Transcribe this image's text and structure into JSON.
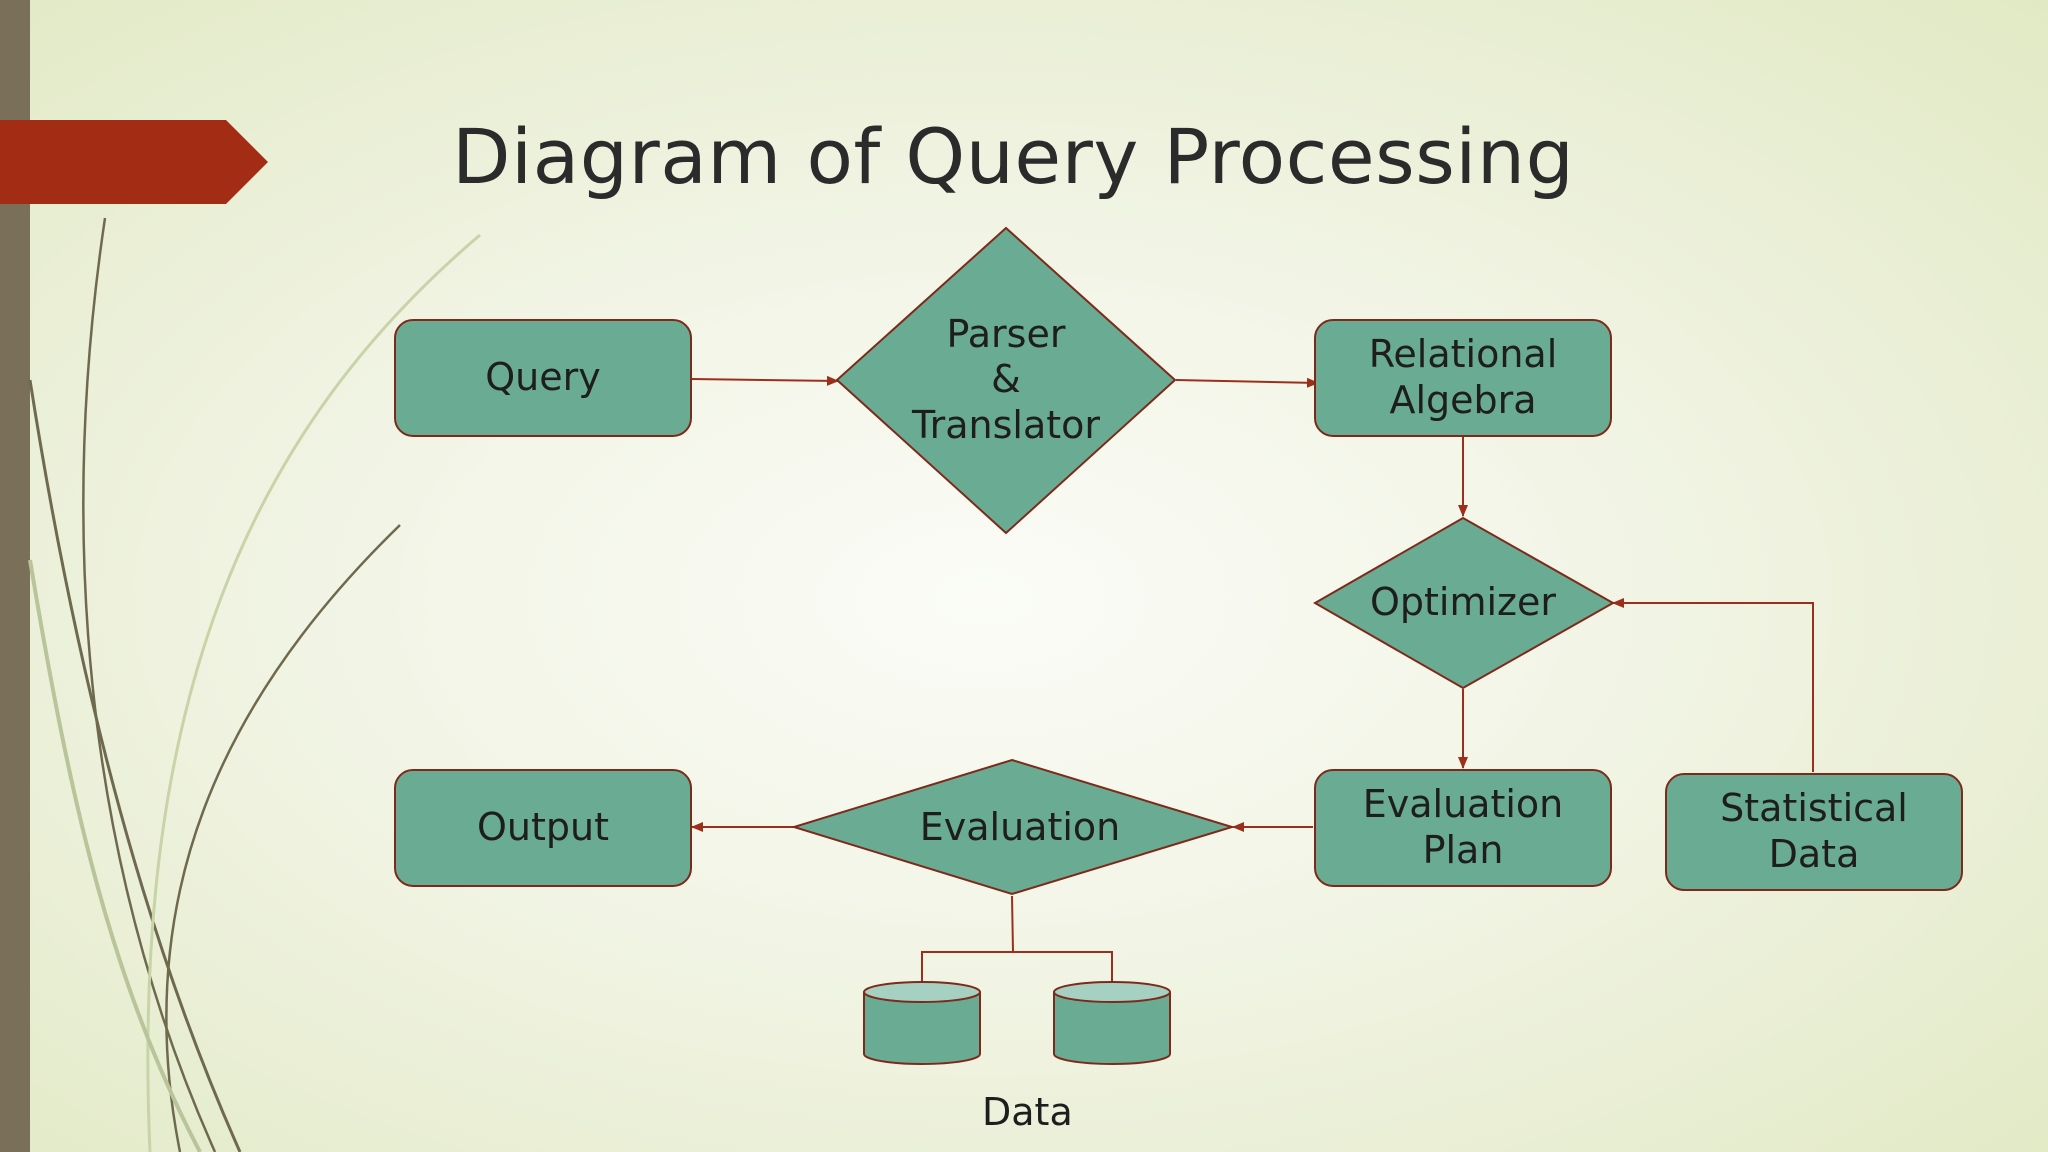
{
  "slide": {
    "title": "Diagram of Query Processing"
  },
  "nodes": {
    "query": "Query",
    "parser_line1": "Parser",
    "parser_line2": "&",
    "parser_line3": "Translator",
    "relational_line1": "Relational",
    "relational_line2": "Algebra",
    "optimizer": "Optimizer",
    "evalplan_line1": "Evaluation",
    "evalplan_line2": "Plan",
    "statistical_line1": "Statistical",
    "statistical_line2": "Data",
    "evaluation": "Evaluation",
    "output": "Output",
    "data": "Data"
  },
  "colors": {
    "node_fill": "#6aab94",
    "node_stroke": "#7d2a1a",
    "arrow": "#9c2f1c",
    "accent": "#a32d14",
    "sidebar": "#7a7059"
  }
}
